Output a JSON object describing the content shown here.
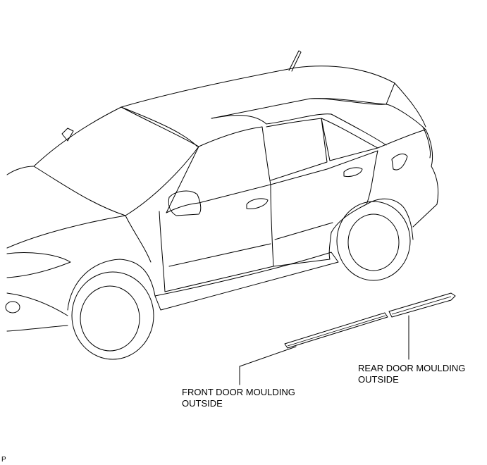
{
  "labels": {
    "front_moulding_line1": "FRONT DOOR MOULDING",
    "front_moulding_line2": "OUTSIDE",
    "rear_moulding_line1": "REAR DOOR MOULDING",
    "rear_moulding_line2": "OUTSIDE",
    "corner_code": "P"
  }
}
